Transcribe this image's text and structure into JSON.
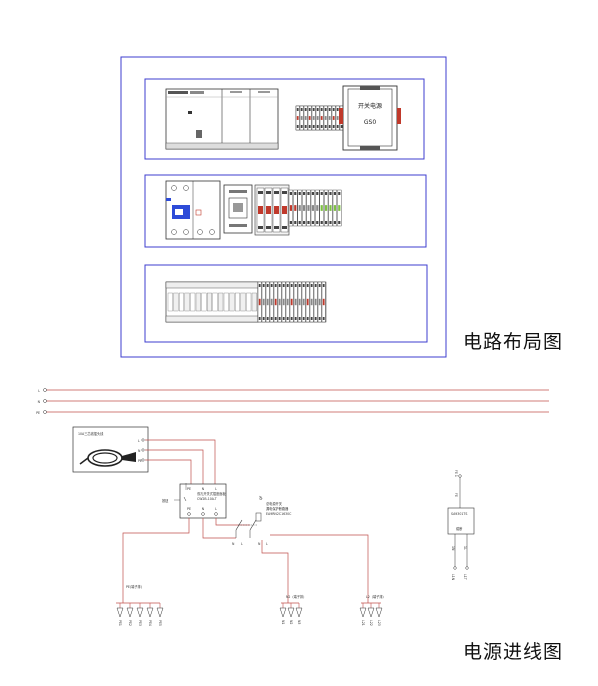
{
  "layout_title": "电路布局图",
  "wiring_title": "电源进线图",
  "colors": {
    "frame": "#3c3ccf",
    "wire": "#c0504d",
    "device": "#333333",
    "terminal_red": "#c0392b",
    "terminal_green": "#7dc142",
    "breaker_blue": "#2d4bd8"
  },
  "layout": {
    "psu_label": "开关电源",
    "psu_model": "GS0"
  },
  "wiring": {
    "bus_labels": [
      "L",
      "N",
      "PE"
    ],
    "cord_label": "10A三芯线插头线",
    "cord_pins": [
      "L",
      "N",
      "PE"
    ],
    "socket_label": "双孔开关式插座面板",
    "socket_model": "CW2B-10A-T",
    "socket_top_pins": [
      "PE",
      "N",
      "L"
    ],
    "socket_bottom_pins": [
      "PE",
      "N",
      "L"
    ],
    "socket_side": "按钮",
    "breaker_label_1": "总电源开关",
    "breaker_label_2": "漏电保护断路器",
    "breaker_model": "EA9RN2C1630C",
    "breaker_pins": [
      "N",
      "L"
    ],
    "breaker_out": [
      "N",
      "L"
    ],
    "breaker_q": "QF",
    "pe_group": "PE(端子排)",
    "pe_terminals": [
      "PE1",
      "PE2",
      "PE3",
      "PE4",
      "PE5"
    ],
    "n_group": "N2（端子排）",
    "n_terminals": [
      "N1",
      "N2",
      "N3"
    ],
    "l_group": "L2（端子排）",
    "l_terminals": [
      "L21",
      "L22",
      "L23"
    ],
    "fuse_in": [
      "FE 1",
      "FE"
    ],
    "fuse_label": "SA9301TS",
    "fuse_inner": "熔断",
    "fuse_out": [
      "1N",
      "1L"
    ],
    "fuse_terms": [
      "L1N",
      "L1T"
    ]
  }
}
